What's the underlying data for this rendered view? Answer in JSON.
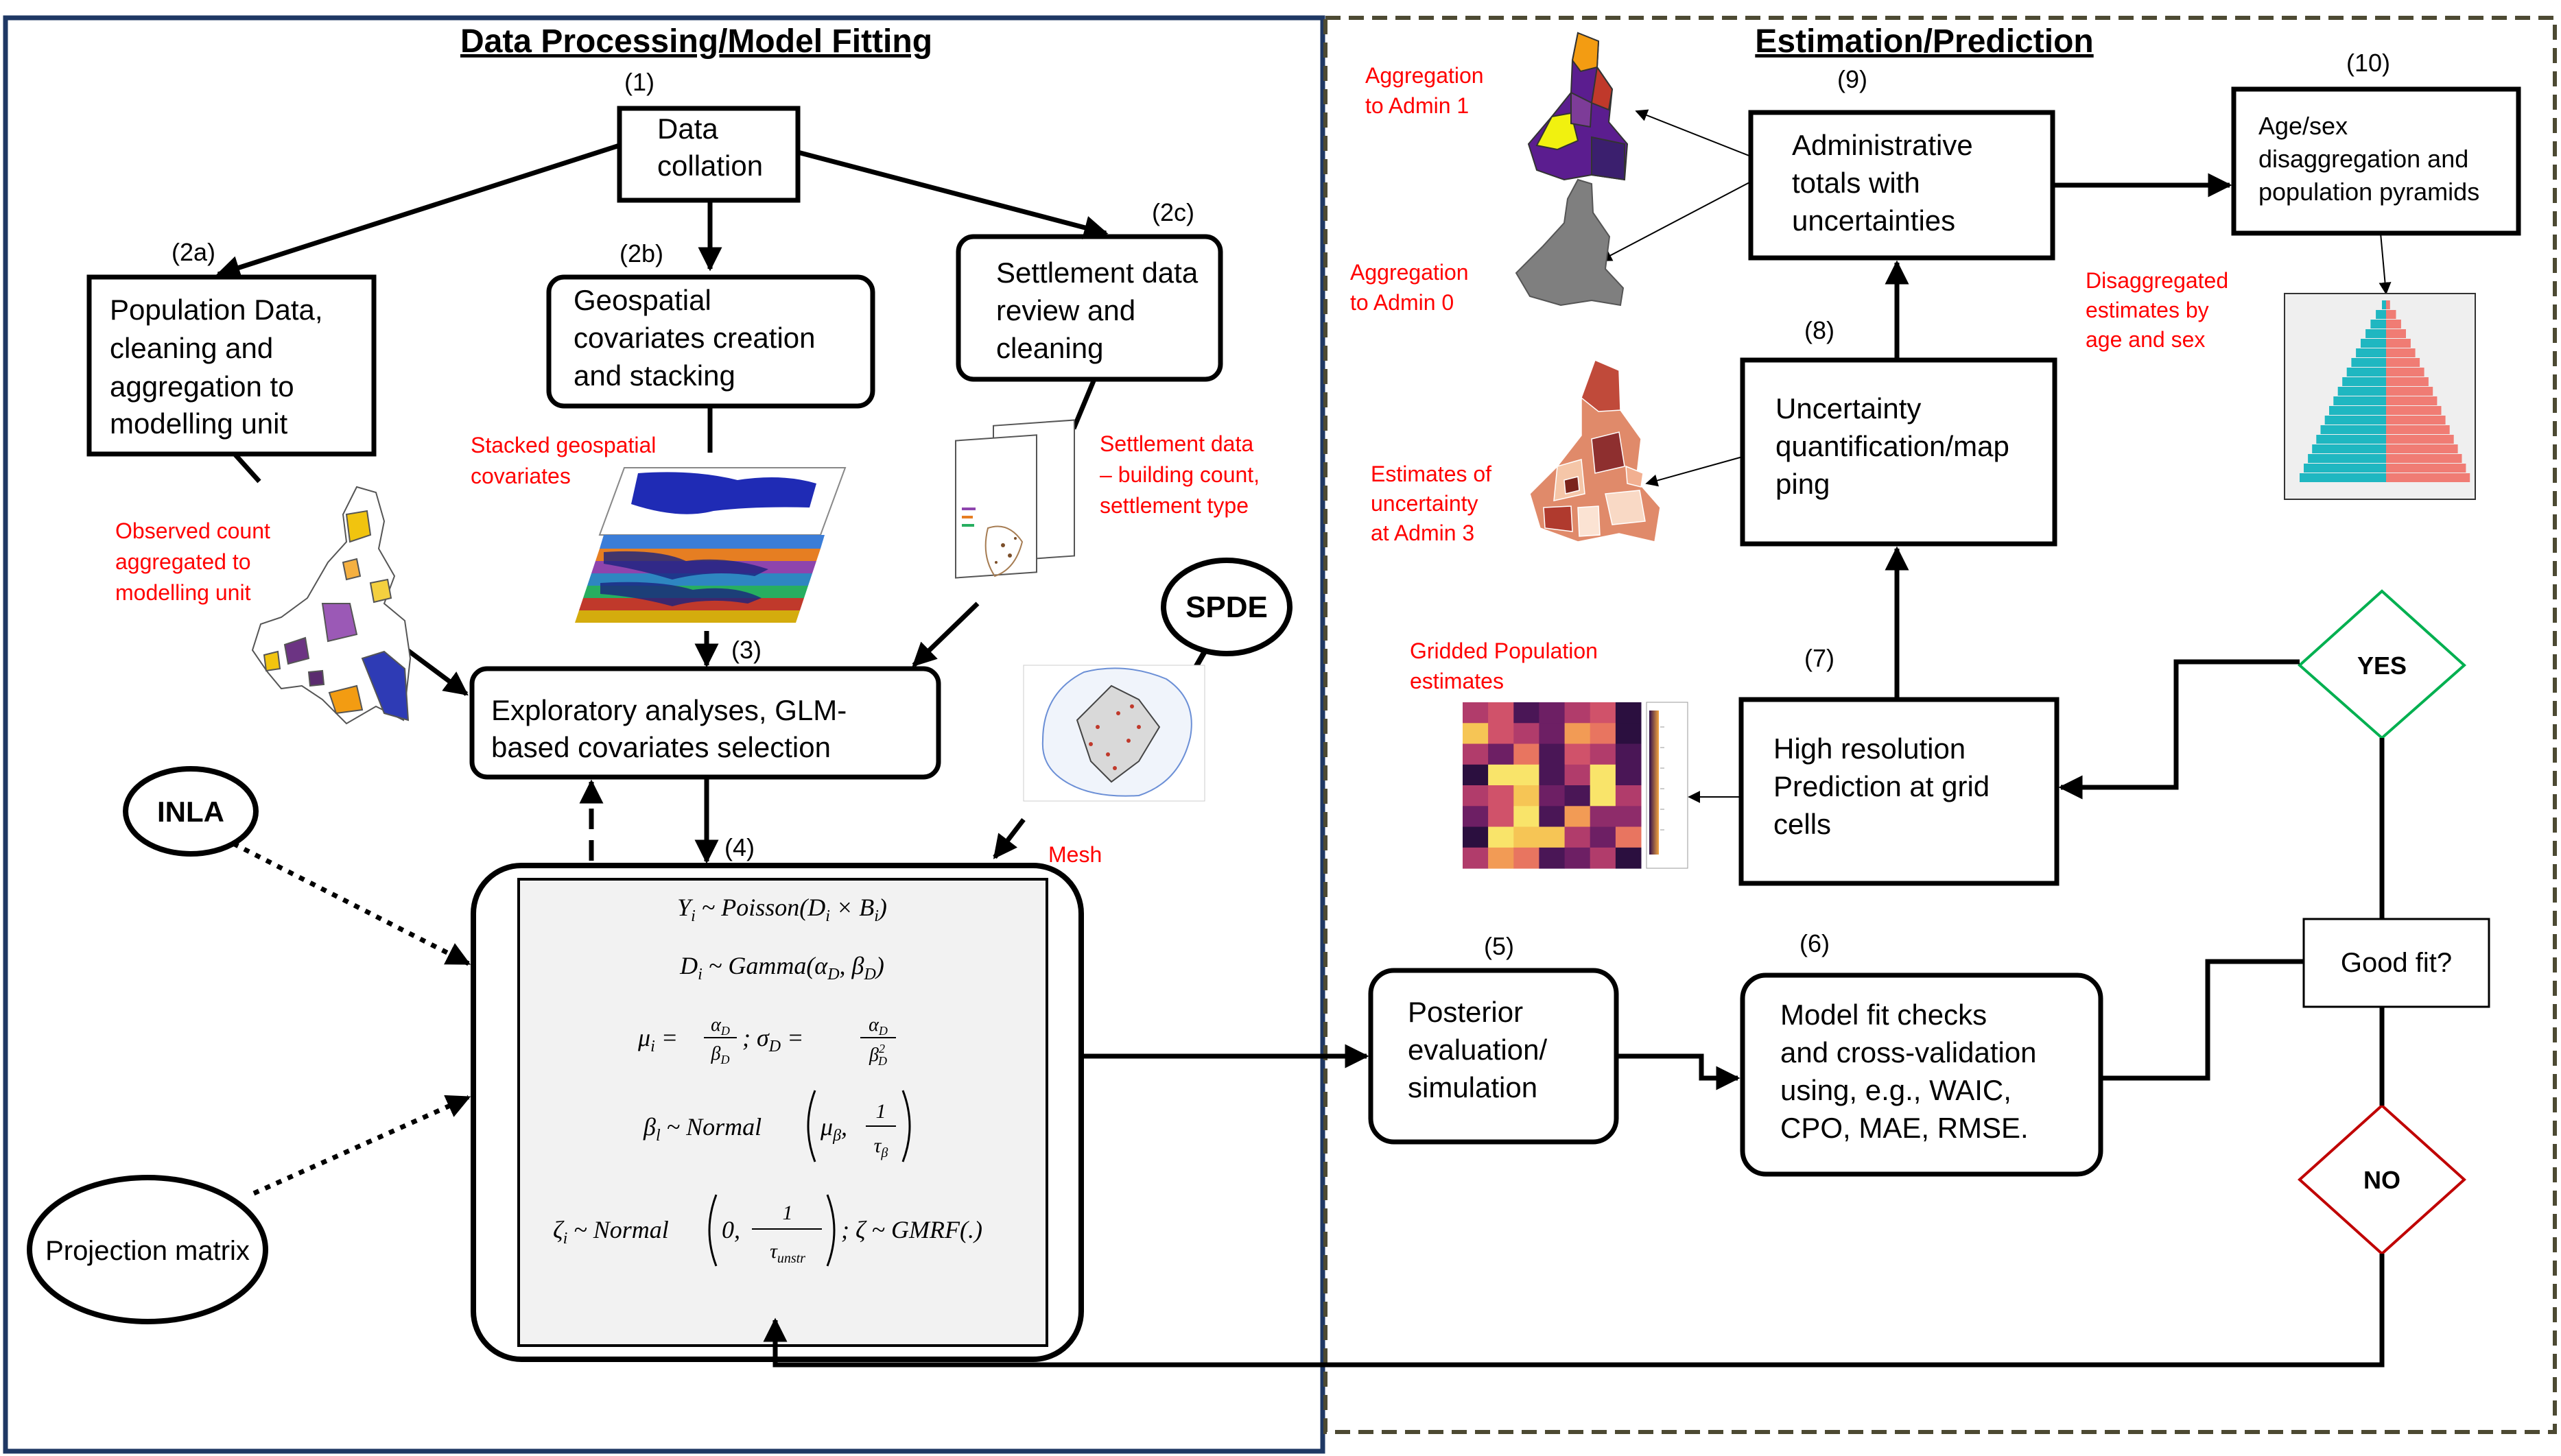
{
  "sections": {
    "left_title": "Data Processing/Model Fitting",
    "right_title": "Estimation/Prediction"
  },
  "steps": {
    "s1": {
      "num": "(1)",
      "lines": [
        "Data",
        "collation"
      ]
    },
    "s2a": {
      "num": "(2a)",
      "lines": [
        "Population Data,",
        "cleaning and",
        "aggregation to",
        "modelling unit"
      ]
    },
    "s2b": {
      "num": "(2b)",
      "lines": [
        "Geospatial",
        "covariates creation",
        "and stacking"
      ]
    },
    "s2c": {
      "num": "(2c)",
      "lines": [
        "Settlement data",
        "review and",
        "cleaning"
      ]
    },
    "s3": {
      "num": "(3)",
      "lines": [
        "Exploratory analyses, GLM-",
        "based covariates selection"
      ]
    },
    "s4": {
      "num": "(4)"
    },
    "s5": {
      "num": "(5)",
      "lines": [
        "Posterior",
        "evaluation/",
        "simulation"
      ]
    },
    "s6": {
      "num": "(6)",
      "lines": [
        "Model fit checks",
        "and cross-validation",
        "using, e.g., WAIC,",
        "CPO, MAE, RMSE."
      ]
    },
    "s7": {
      "num": "(7)",
      "lines": [
        "High resolution",
        "Prediction at grid",
        "cells"
      ]
    },
    "s8": {
      "num": "(8)",
      "lines": [
        "Uncertainty",
        "quantification/map",
        "ping"
      ]
    },
    "s9": {
      "num": "(9)",
      "lines": [
        "Administrative",
        "totals with",
        "uncertainties"
      ]
    },
    "s10": {
      "num": "(10)",
      "lines": [
        "Age/sex",
        "disaggregation and",
        "population pyramids"
      ]
    }
  },
  "nodes": {
    "spde": "SPDE",
    "inla": "INLA",
    "projection": "Projection matrix",
    "goodfit": "Good fit?",
    "yes": "YES",
    "no": "NO"
  },
  "annotations": {
    "observed": [
      "Observed count",
      "aggregated to",
      "modelling  unit"
    ],
    "stacked": [
      "Stacked geospatial",
      "covariates"
    ],
    "settlement": [
      "Settlement data",
      "– building  count,",
      "settlement type"
    ],
    "mesh": "Mesh",
    "agg1": [
      "Aggregation",
      "to Admin 1"
    ],
    "agg0": [
      "Aggregation",
      "to Admin 0"
    ],
    "uncert": [
      "Estimates of",
      "uncertainty",
      "at Admin 3"
    ],
    "gridded": [
      "Gridded Population",
      "estimates"
    ],
    "disagg": [
      "Disaggregated",
      "estimates by",
      "age and sex"
    ]
  },
  "equations": {
    "eq1": "Yᵢ ~ Poisson(Dᵢ × Bᵢ)",
    "eq2": "Dᵢ ~ Gamma(α_D, β_D)",
    "eq3_mu": "μᵢ =",
    "eq3_sigma": "; σ_D =",
    "frac_a": "α_D",
    "frac_b": "β_D",
    "frac_b2": "β²_D",
    "eq4_left": "βₗ ~ Normal",
    "eq4_mu": "μ_β,",
    "one": "1",
    "tau_beta": "τ_β",
    "eq5_left": "ζᵢ ~ Normal",
    "eq5_zero": "0,",
    "tau_unstr": "τ_unstr",
    "eq5_right": "; ζ ~ GMRF(.)"
  },
  "colors": {
    "left_border": "#1f3864",
    "right_border": "#4d4a33",
    "annotation": "#ff0000",
    "yes_diamond": "#00b050",
    "no_diamond": "#c00000",
    "equation_panel": "#f2f2f2"
  }
}
